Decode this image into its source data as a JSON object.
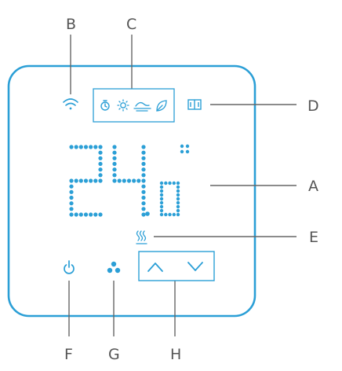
{
  "colors": {
    "accent": "#2b9fd6",
    "frame": "#2b9fd6",
    "leader": "#666666",
    "letter": "#555555"
  },
  "display": {
    "reading": "24.0",
    "segments": [
      "2",
      "4",
      "0"
    ],
    "unit_glyph": "degree-dots"
  },
  "status_icons": [
    {
      "name": "wifi-icon",
      "semantic": "wifi"
    },
    {
      "name": "timer-icon",
      "semantic": "timer"
    },
    {
      "name": "sun-icon",
      "semantic": "comfort-mode"
    },
    {
      "name": "wind-icon",
      "semantic": "away-mode"
    },
    {
      "name": "leaf-icon",
      "semantic": "eco-mode"
    },
    {
      "name": "window-open-icon",
      "semantic": "open-window"
    },
    {
      "name": "heating-icon",
      "semantic": "heating-active"
    }
  ],
  "buttons": [
    {
      "name": "power-button",
      "icon": "power-icon"
    },
    {
      "name": "fan-button",
      "icon": "fan-icon"
    },
    {
      "name": "temperature-up-button",
      "icon": "chevron-up-icon"
    },
    {
      "name": "temperature-down-button",
      "icon": "chevron-down-icon"
    }
  ],
  "callouts": {
    "A": "A",
    "B": "B",
    "C": "C",
    "D": "D",
    "E": "E",
    "F": "F",
    "G": "G",
    "H": "H"
  }
}
